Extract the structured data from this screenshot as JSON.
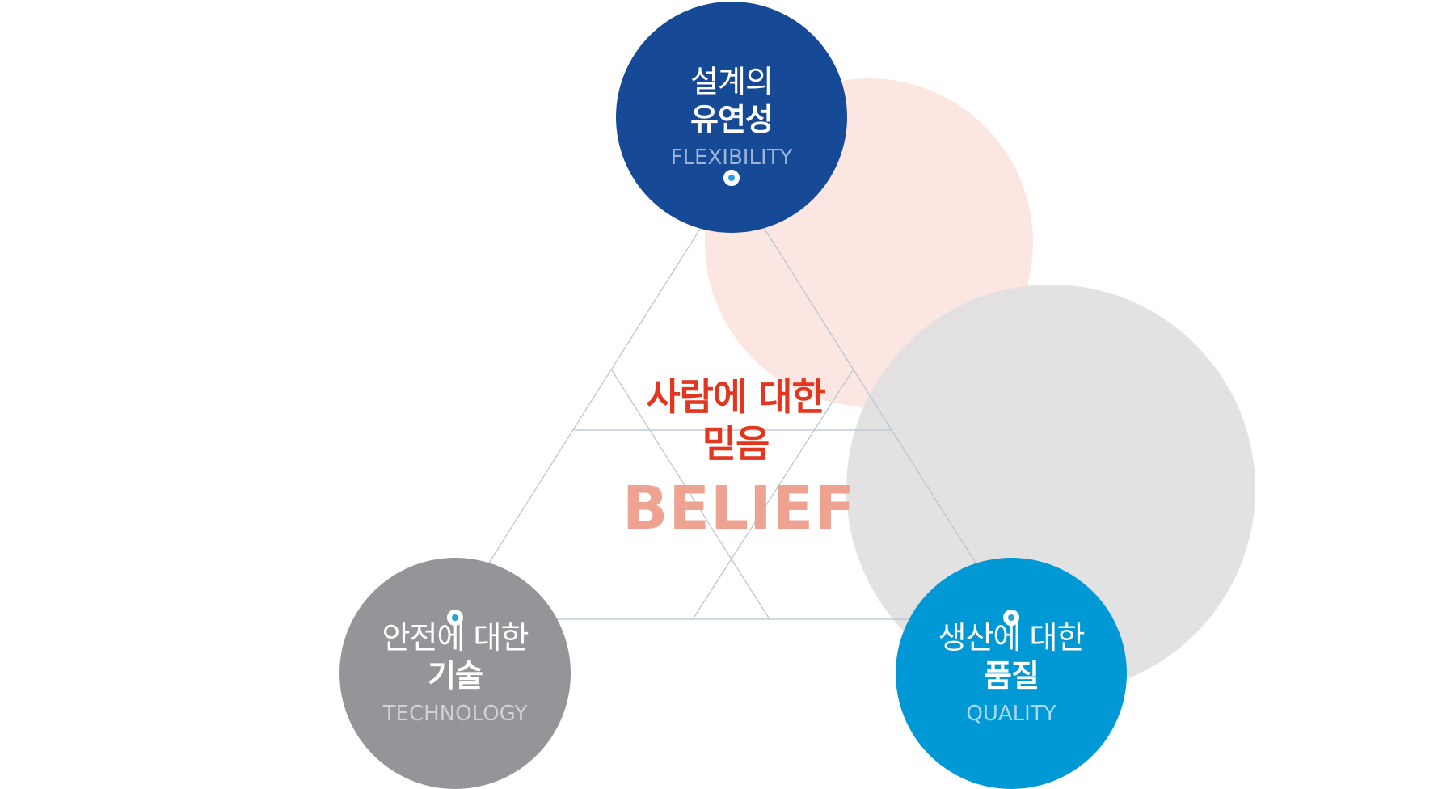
{
  "nodes": {
    "flexibility": {
      "line1": "설계의",
      "line2": "유연성",
      "english": "FLEXIBILITY",
      "color": "#174a96"
    },
    "technology": {
      "line1": "안전에 대한",
      "line2": "기술",
      "english": "TECHNOLOGY",
      "color": "#939598"
    },
    "quality": {
      "line1": "생산에 대한",
      "line2": "품질",
      "english": "QUALITY",
      "color": "#0099d6"
    }
  },
  "center": {
    "line1": "사람에 대한",
    "line2": "믿음",
    "english": "BELIEF",
    "color": "#e4361f"
  },
  "decorative_colors": {
    "pink_circle": "#fbe6e2",
    "gray_circle": "#e0e0e1",
    "lines": "#b7c3cf"
  }
}
